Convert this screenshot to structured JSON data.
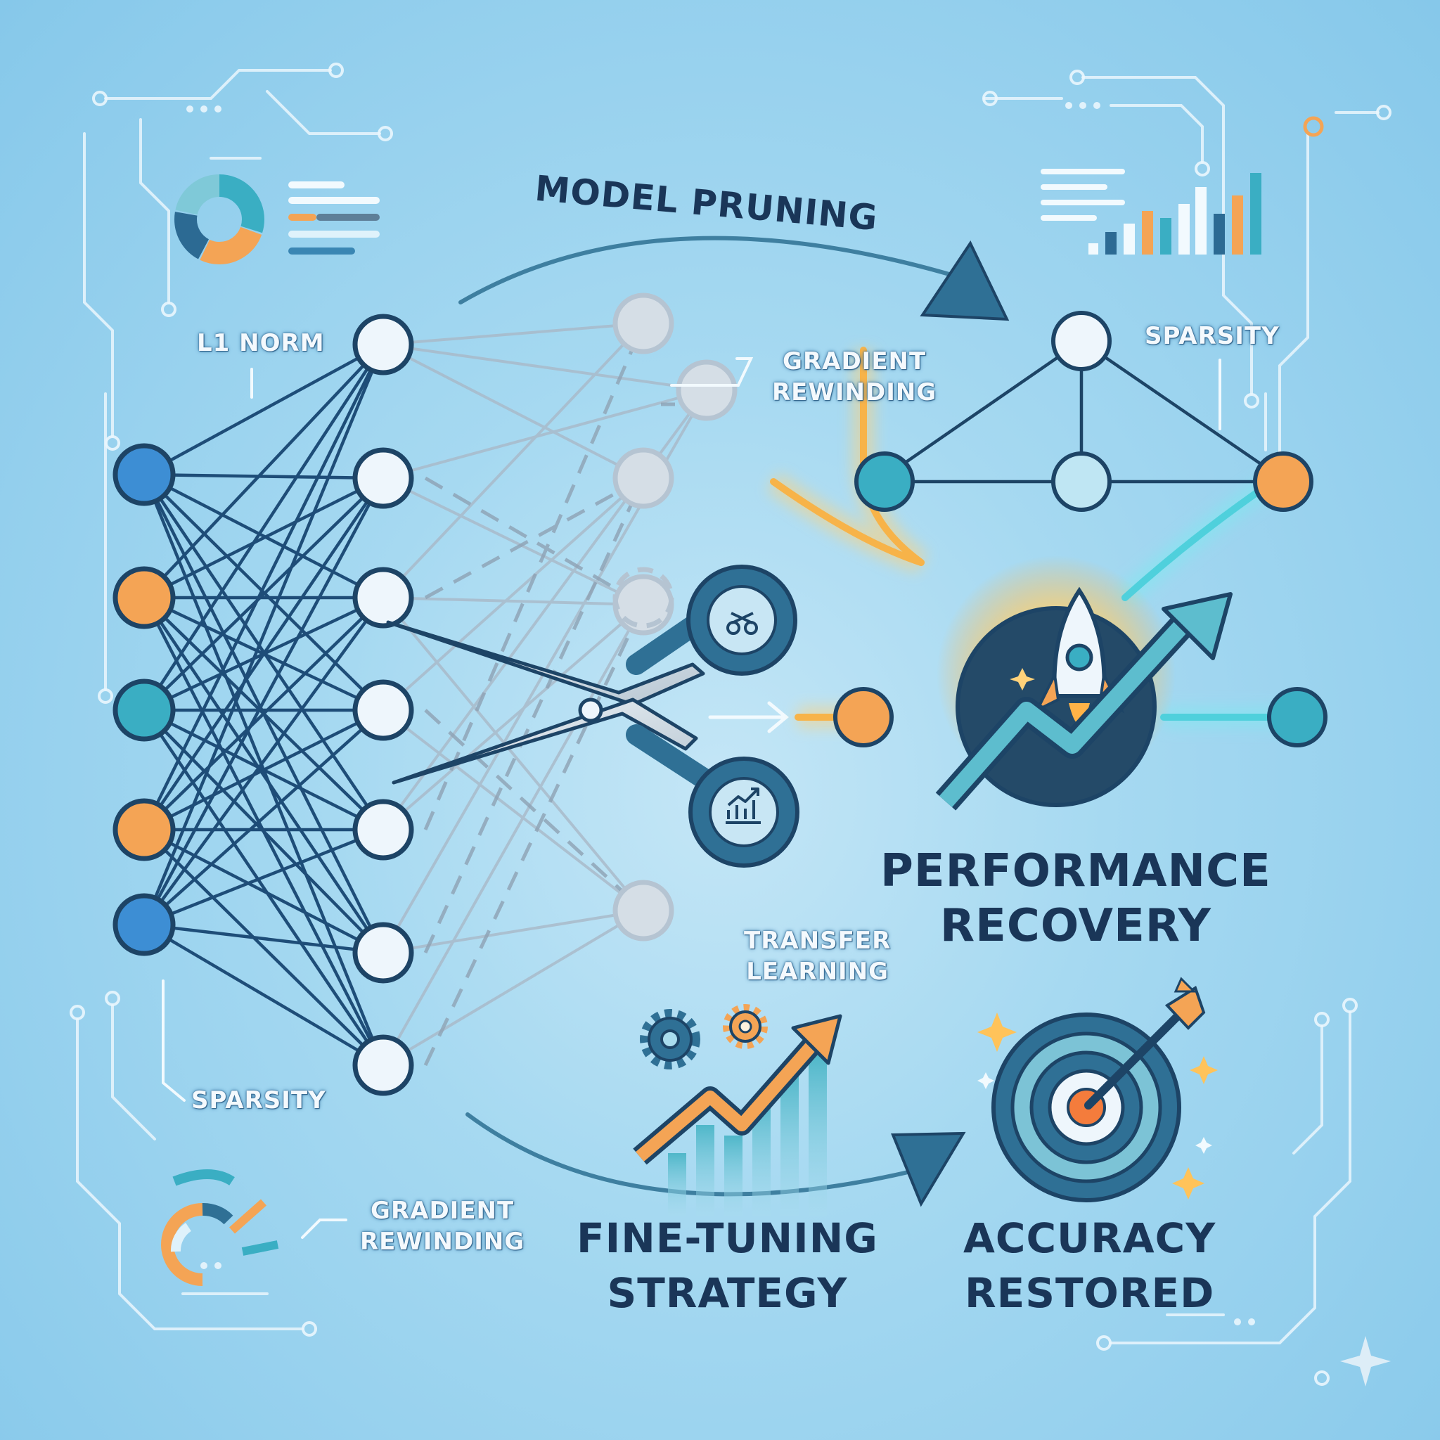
{
  "title": "MODEL PRUNING",
  "labels": {
    "l1_norm": "L1 NORM",
    "gradient_rewinding_top_1": "GRADIENT",
    "gradient_rewinding_top_2": "REWINDING",
    "sparsity_top": "SPARSITY",
    "sparsity_bottom": "SPARSITY",
    "transfer_learning_1": "TRANSFER",
    "transfer_learning_2": "LEARNING",
    "gradient_rewinding_bottom_1": "GRADIENT",
    "gradient_rewinding_bottom_2": "REWINDING"
  },
  "outcomes": {
    "performance_recovery_1": "PERFORMANCE",
    "performance_recovery_2": "RECOVERY",
    "fine_tuning_1": "FINE-TUNING",
    "fine_tuning_2": "STRATEGY",
    "accuracy_1": "ACCURACY",
    "accuracy_2": "RESTORED"
  },
  "colors": {
    "navy": "#1d4466",
    "blue_node": "#3d8ed4",
    "orange_node": "#f4a455",
    "teal_node": "#3aaec3",
    "node_white": "#eef6fc",
    "ghost": "#b5c4d2",
    "glow": "#ffc35a",
    "arrow_teal": "#3e7fa0"
  },
  "icons": [
    "donut-chart-icon",
    "bar-chart-icon",
    "scissors-icon",
    "rocket-icon",
    "growth-arrow-icon",
    "gears-icon",
    "target-icon",
    "sparkle-icon"
  ]
}
